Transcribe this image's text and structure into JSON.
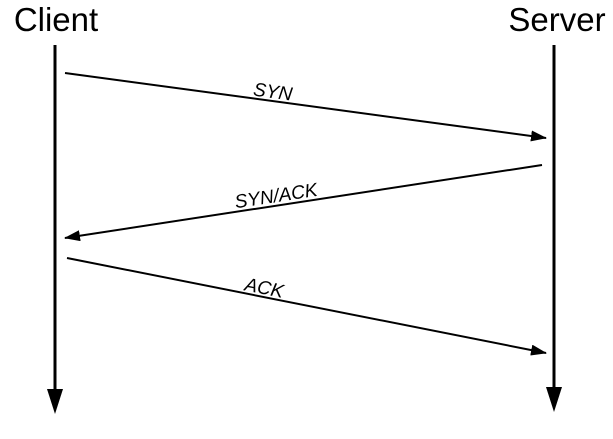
{
  "diagram": {
    "type": "sequence-diagram",
    "actors": [
      {
        "label": "Client"
      },
      {
        "label": "Server"
      }
    ],
    "messages": [
      {
        "label": "SYN",
        "from": "Client",
        "to": "Server"
      },
      {
        "label": "SYN/ACK",
        "from": "Server",
        "to": "Client"
      },
      {
        "label": "ACK",
        "from": "Client",
        "to": "Server"
      }
    ],
    "colors": {
      "foreground": "#000000",
      "background": "#ffffff"
    }
  }
}
